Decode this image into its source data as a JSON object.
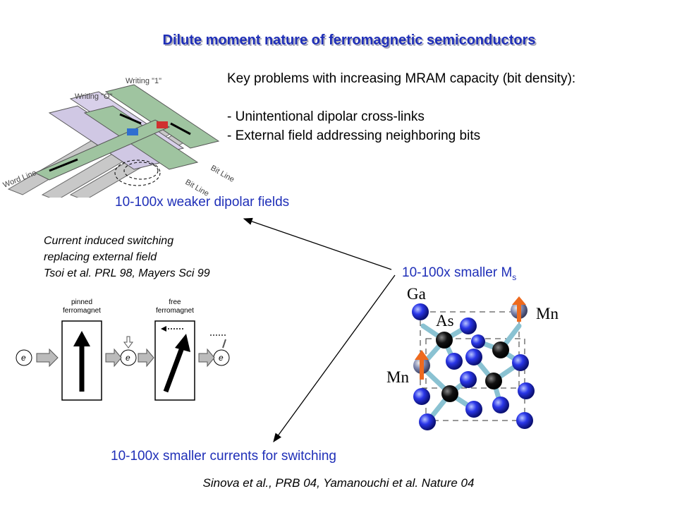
{
  "title": "Dilute moment nature of ferromagnetic semiconductors",
  "problems": {
    "heading": "Key problems with increasing MRAM capacity (bit density):",
    "items": [
      "- Unintentional dipolar cross-links",
      "- External field addressing neighboring bits"
    ]
  },
  "mram": {
    "writing_one": "Writing \"1\"",
    "writing_zero": "Writing \"O\"",
    "word_line": "Word Line",
    "bit_line_1": "Bit Line",
    "bit_line_2": "Bit Line"
  },
  "labels": {
    "dipolar": "10-100x weaker dipolar fields",
    "ms_main": "10-100x smaller M",
    "ms_sub": "s",
    "currents": "10-100x smaller currents for switching"
  },
  "current_switching": {
    "line1": "Current induced switching",
    "line2": "replacing external field",
    "line3": "Tsoi et al. PRL 98, Mayers Sci 99"
  },
  "spin_diagram": {
    "pinned": "pinned",
    "pinned2": "ferromagnet",
    "free": "free",
    "free2": "ferromagnet",
    "electron": "e"
  },
  "molecule": {
    "ga": "Ga",
    "as": "As",
    "mn_right": "Mn",
    "mn_left": "Mn"
  },
  "footer": "Sinova et al., PRB 04, Yamanouchi et al. Nature 04"
}
